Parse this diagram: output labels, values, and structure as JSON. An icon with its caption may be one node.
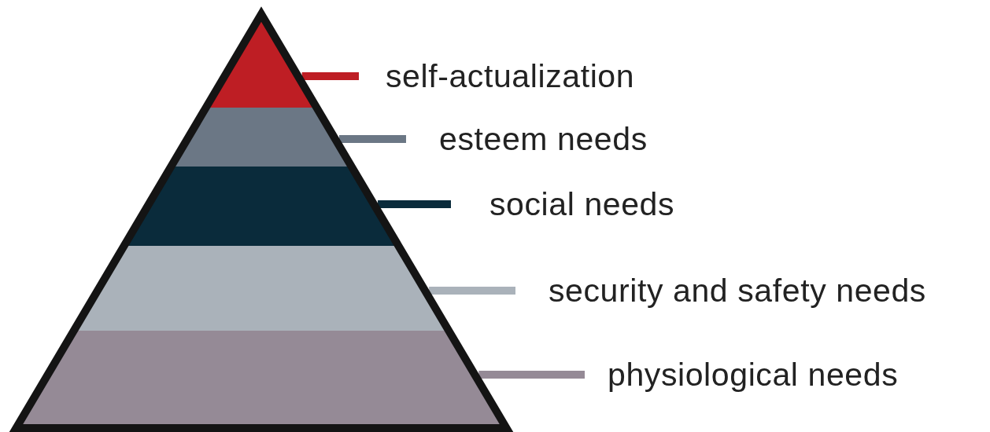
{
  "diagram": {
    "nodes": [
      {
        "text": [],
        "shape": "band"
      },
      {
        "text": [],
        "shape": "band"
      },
      {
        "text": [],
        "shape": "band"
      },
      {
        "text": [],
        "shape": "band"
      },
      {
        "text": [],
        "shape": "band"
      },
      {
        "text": [
          "self-actualization"
        ]
      },
      {
        "text": [
          "esteem needs"
        ]
      },
      {
        "text": [
          "social needs"
        ]
      },
      {
        "text": [
          "security and safety needs"
        ]
      },
      {
        "text": [
          "physiological needs"
        ]
      }
    ],
    "edges": [
      {
        "from": 5,
        "to": 0,
        "arrow": "none",
        "color": "#be1e24"
      },
      {
        "from": 6,
        "to": 1,
        "arrow": "none",
        "color": "#6b7785"
      },
      {
        "from": 7,
        "to": 2,
        "arrow": "none",
        "color": "#0a2b3b"
      },
      {
        "from": 8,
        "to": 3,
        "arrow": "none",
        "color": "#aab2ba"
      },
      {
        "from": 9,
        "to": 4,
        "arrow": "none",
        "color": "#958a96"
      }
    ]
  }
}
